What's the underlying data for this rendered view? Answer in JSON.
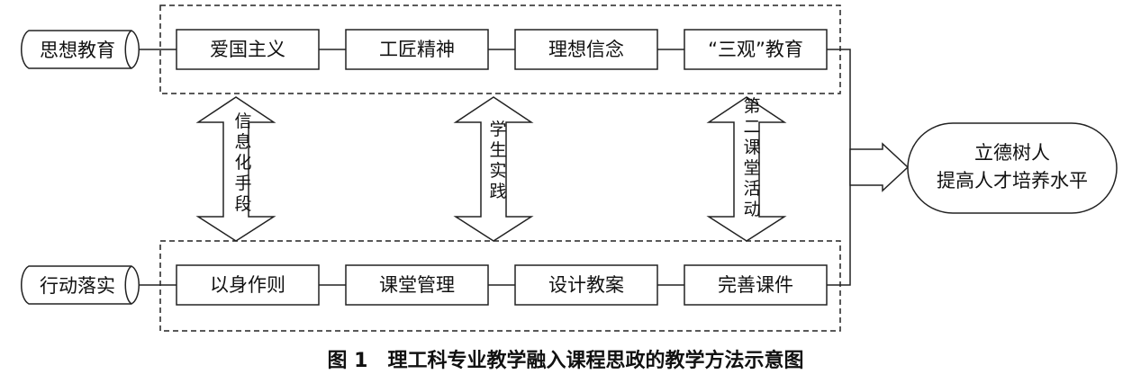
{
  "top_source": "思想教育",
  "top_boxes": [
    "爱国主义",
    "工匠精神",
    "理想信念",
    "“三观”教育"
  ],
  "bottom_source": "行动落实",
  "bottom_boxes": [
    "以身作则",
    "课堂管理",
    "设计教案",
    "完善课件"
  ],
  "connectors": [
    {
      "label": "信息化手段"
    },
    {
      "label": "学生实践"
    },
    {
      "label": "第二课堂活动"
    }
  ],
  "goal": {
    "line1": "立德树人",
    "line2": "提高人才培养水平"
  },
  "caption": "图 1　理工科专业教学融入课程思政的教学方法示意图"
}
